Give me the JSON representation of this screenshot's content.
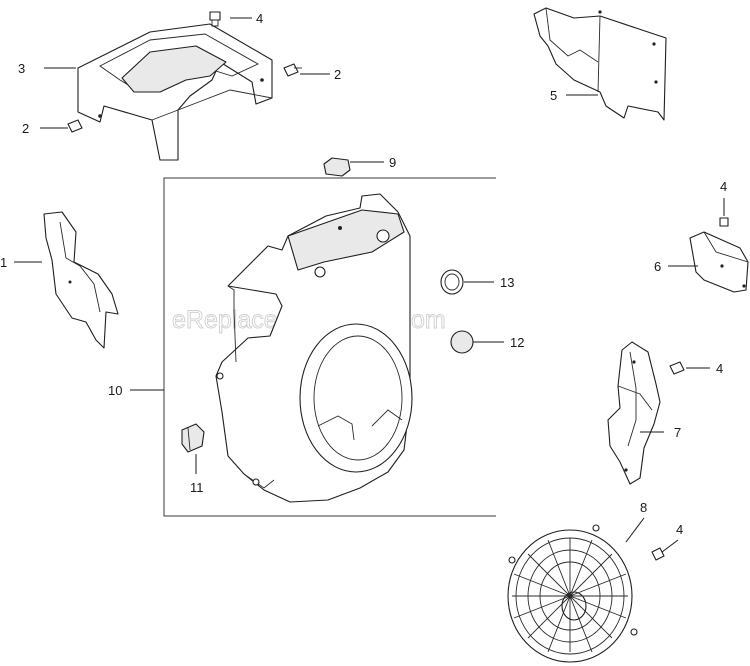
{
  "watermark": "eReplacementParts.com",
  "callouts": {
    "c1": "1",
    "c2a": "2",
    "c2b": "2",
    "c3": "3",
    "c4a": "4",
    "c4b": "4",
    "c4c": "4",
    "c4d": "4",
    "c5": "5",
    "c6": "6",
    "c7": "7",
    "c8": "8",
    "c9": "9",
    "c10": "10",
    "c11": "11",
    "c12": "12",
    "c13": "13"
  }
}
